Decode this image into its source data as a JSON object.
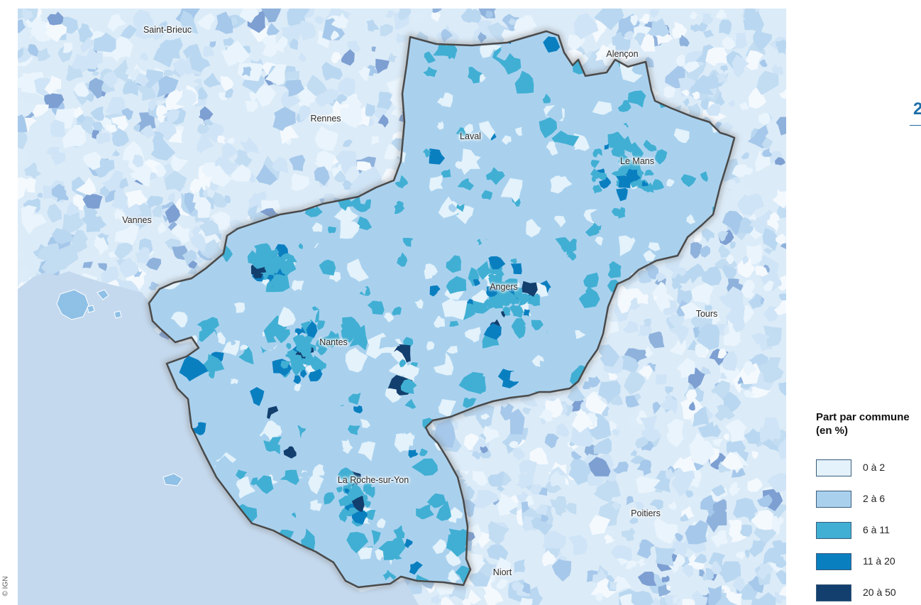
{
  "map": {
    "cities": [
      {
        "name": "Saint-Brieuc",
        "in_region": false
      },
      {
        "name": "Alençon",
        "in_region": false
      },
      {
        "name": "Rennes",
        "in_region": false
      },
      {
        "name": "Laval",
        "in_region": true
      },
      {
        "name": "Le Mans",
        "in_region": true
      },
      {
        "name": "Vannes",
        "in_region": false
      },
      {
        "name": "Angers",
        "in_region": true
      },
      {
        "name": "Tours",
        "in_region": false
      },
      {
        "name": "Nantes",
        "in_region": true
      },
      {
        "name": "La Roche-sur-Yon",
        "in_region": true
      },
      {
        "name": "Poitiers",
        "in_region": false
      },
      {
        "name": "Niort",
        "in_region": false
      }
    ],
    "credit": "© IGN",
    "colors": {
      "sea": "#c4d9ee",
      "region_border": "#4a4a4a",
      "class_0_2": "#e3f2fb",
      "class_2_6": "#a9d1ee",
      "class_6_11": "#41afd3",
      "class_11_20": "#0a7fc0",
      "class_20_50": "#123f6e"
    }
  },
  "legend": {
    "title_line1": "Part par commune",
    "title_line2": "(en %)",
    "items": [
      {
        "label": "0 à 2",
        "color": "#e3f2fb"
      },
      {
        "label": "2 à 6",
        "color": "#a9d1ee"
      },
      {
        "label": "6 à 11",
        "color": "#41afd3"
      },
      {
        "label": "11 à 20",
        "color": "#0a7fc0"
      },
      {
        "label": "20 à 50",
        "color": "#123f6e"
      }
    ]
  },
  "edge_text": "2"
}
